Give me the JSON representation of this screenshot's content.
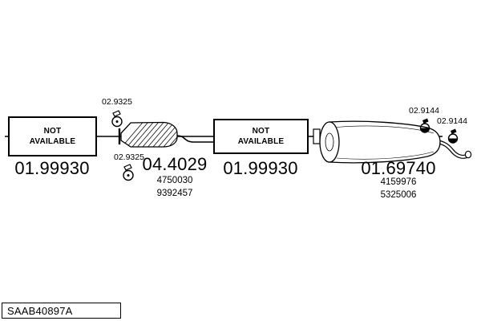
{
  "diagram": {
    "code": "SAAB40897A",
    "front_section": {
      "availability": "NOT AVAILABLE",
      "part_number": "01.99930"
    },
    "front_clamp": {
      "part_number": "02.9325"
    },
    "catalyst_clamp": {
      "part_number": "02.9325"
    },
    "catalyst": {
      "part_number": "04.4029",
      "oe_numbers": [
        "4750030",
        "9392457"
      ]
    },
    "middle_section": {
      "availability": "NOT AVAILABLE",
      "part_number": "01.99930"
    },
    "rear_muffler": {
      "part_number": "01.69740",
      "oe_numbers": [
        "4159976",
        "5325006"
      ]
    },
    "hanger_1": {
      "part_number": "02.9144"
    },
    "hanger_2": {
      "part_number": "02.9144"
    }
  }
}
